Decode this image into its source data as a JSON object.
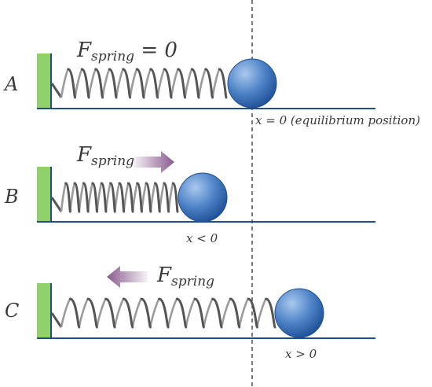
{
  "colors": {
    "wall_fill": "#8fd06a",
    "wall_edge": "#1f4e8c",
    "floor": "#1f4e8c",
    "spring_front": "#555555",
    "spring_back": "#9b9b9b",
    "ball_light": "#a9c9ee",
    "ball_mid": "#4d82c6",
    "ball_dark": "#1d4f95",
    "arrow": "#8a5a8e",
    "dashed_line": "#333333",
    "text": "#3a3a3a"
  },
  "panels": [
    {
      "letter": "A",
      "force_symbol": "F",
      "force_subscript": "spring",
      "force_suffix": " = 0",
      "arrow_direction": "none",
      "position_label": "x = 0 (equilibrium position)"
    },
    {
      "letter": "B",
      "force_symbol": "F",
      "force_subscript": "spring",
      "force_suffix": "",
      "arrow_direction": "right",
      "position_label": "x < 0"
    },
    {
      "letter": "C",
      "force_symbol": "F",
      "force_subscript": "spring",
      "force_suffix": "",
      "arrow_direction": "left",
      "position_label": "x > 0"
    }
  ]
}
